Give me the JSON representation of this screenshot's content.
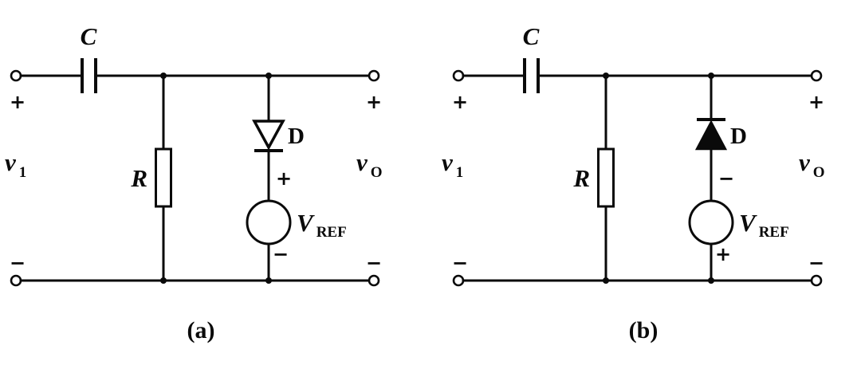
{
  "figure": {
    "description": "Two clamping circuits with capacitor input, shunt resistor, and diode in series with reference voltage source",
    "circuits": [
      {
        "caption": "(a)",
        "capacitor_label": "C",
        "resistor_label": "R",
        "diode_label": "D",
        "diode_orientation": "anode up, cathode down (hollow triangle pointing down)",
        "source_main": "V",
        "source_sub": "REF",
        "input_main": "v",
        "input_sub": "1",
        "output_main": "v",
        "output_sub": "O",
        "input_plus": "+",
        "input_minus": "−",
        "output_plus": "+",
        "output_minus": "−",
        "source_top_sign": "+",
        "source_bottom_sign": "−"
      },
      {
        "caption": "(b)",
        "capacitor_label": "C",
        "resistor_label": "R",
        "diode_label": "D",
        "diode_orientation": "cathode up, anode down (filled triangle pointing up)",
        "source_main": "V",
        "source_sub": "REF",
        "input_main": "v",
        "input_sub": "1",
        "output_main": "v",
        "output_sub": "O",
        "input_plus": "+",
        "input_minus": "−",
        "output_plus": "+",
        "output_minus": "−",
        "source_top_sign": "−",
        "source_bottom_sign": "+"
      }
    ]
  }
}
